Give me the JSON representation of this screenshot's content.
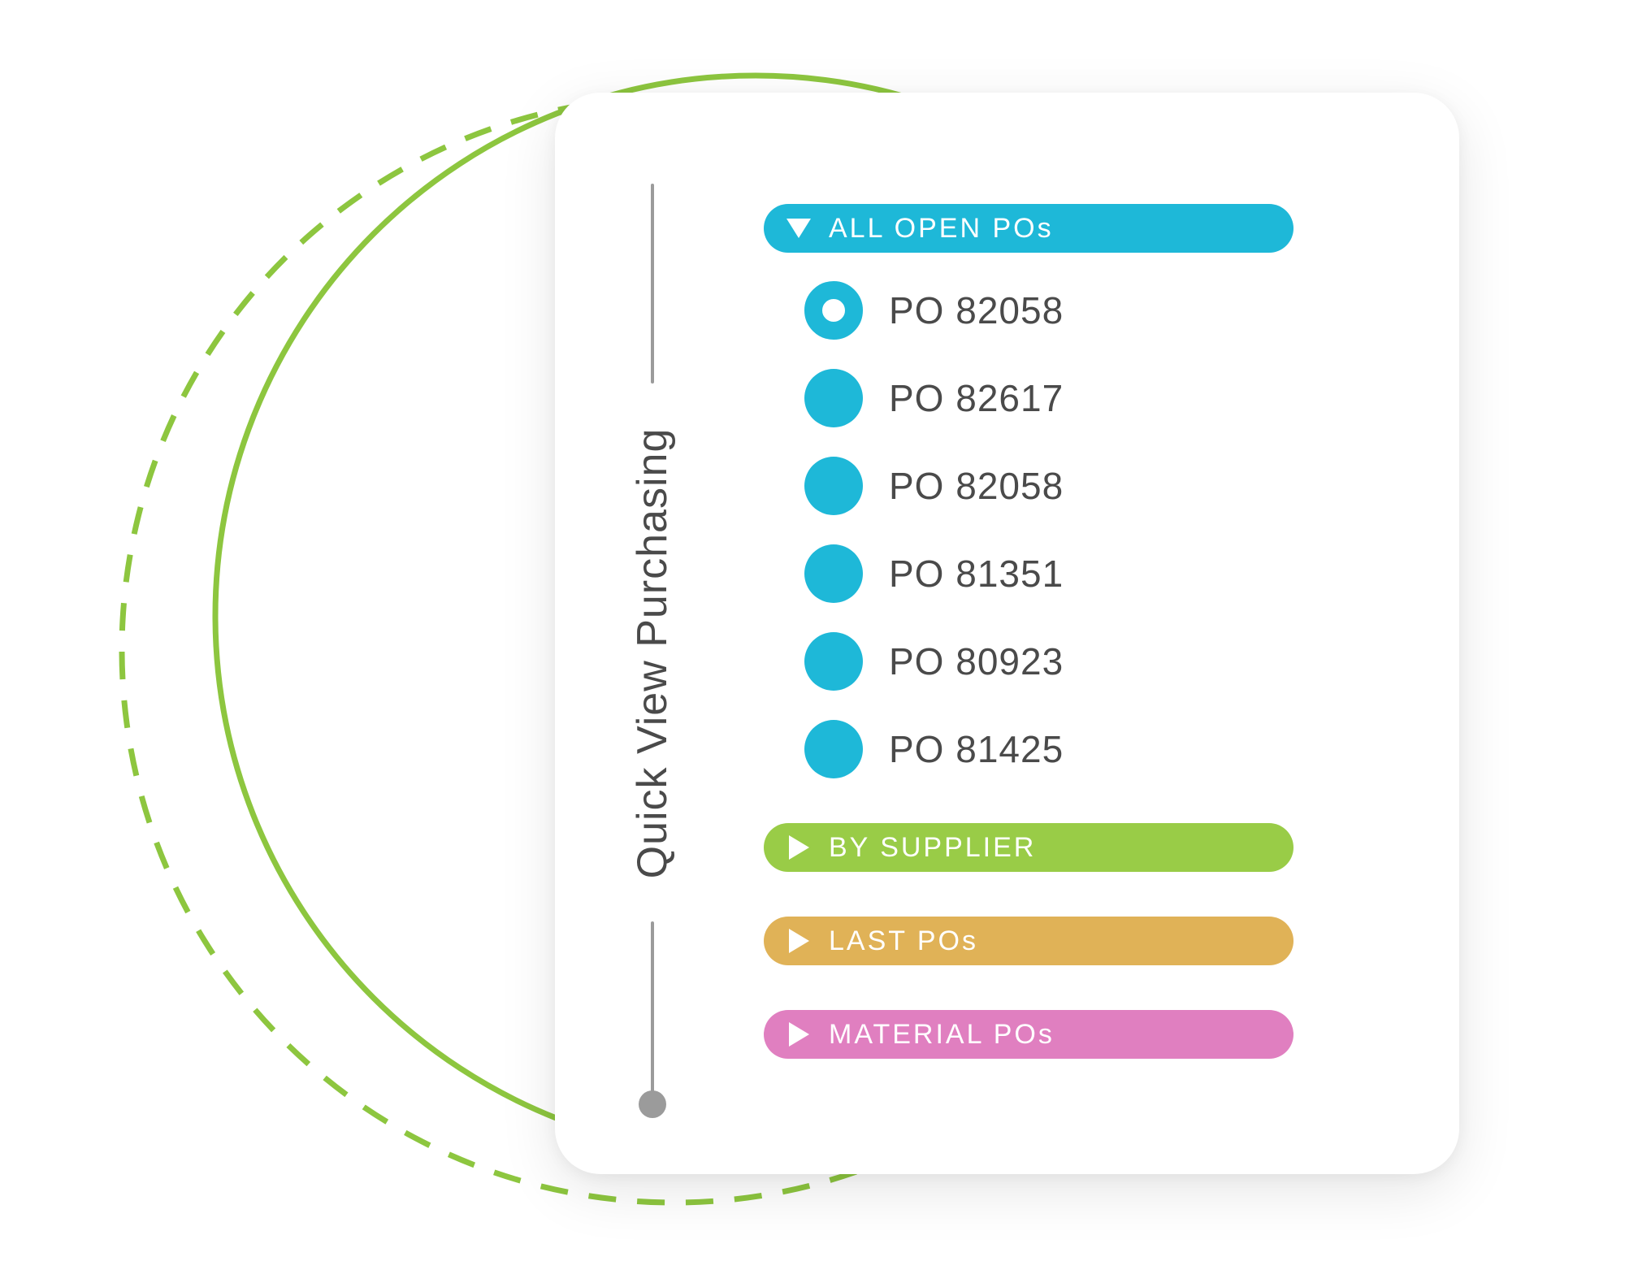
{
  "panel": {
    "title": "Quick View Purchasing"
  },
  "sections": [
    {
      "label": "ALL OPEN POs",
      "color": "#1eb8d8",
      "expanded": true
    },
    {
      "label": "BY SUPPLIER",
      "color": "#99cc47",
      "expanded": false
    },
    {
      "label": "LAST POs",
      "color": "#e0b257",
      "expanded": false
    },
    {
      "label": "MATERIAL POs",
      "color": "#e07fc0",
      "expanded": false
    }
  ],
  "open_pos": [
    {
      "label": "PO 82058",
      "selected": true
    },
    {
      "label": "PO 82617",
      "selected": false
    },
    {
      "label": "PO 82058",
      "selected": false
    },
    {
      "label": "PO 81351",
      "selected": false
    },
    {
      "label": "PO 80923",
      "selected": false
    },
    {
      "label": "PO 81425",
      "selected": false
    }
  ],
  "colors": {
    "accent_circle": "#8dc63f",
    "radio": "#1eb8d8",
    "text": "#4a4a4a",
    "rail": "#9b9b9b"
  }
}
